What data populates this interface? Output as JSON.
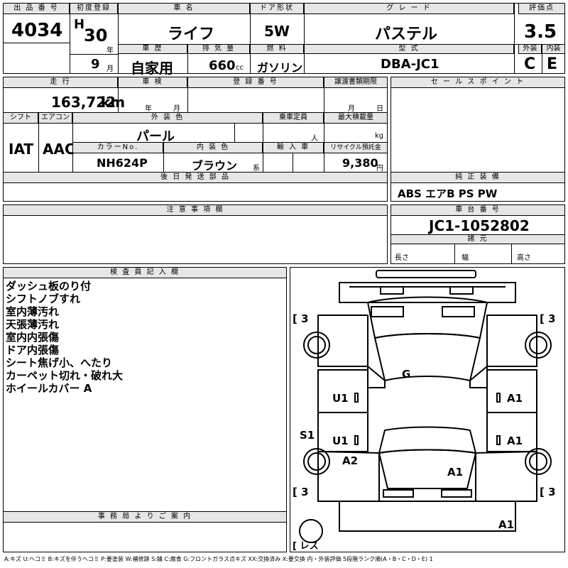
{
  "top": {
    "lot_label": "出 品 番 号",
    "lot": "4034",
    "first_reg_label": "初度登録",
    "era": "H",
    "year": "30",
    "year_unit": "年",
    "month": "9",
    "month_unit": "月",
    "car_name_label": "車 名",
    "car_name": "ライフ",
    "door_label": "ドア形状",
    "door": "5W",
    "grade_label": "グ レ ー ド",
    "grade": "パステル",
    "score_label": "評価点",
    "score": "3.5",
    "history_label": "車 歴",
    "history": "自家用",
    "displacement_label": "排 気 量",
    "displacement": "660",
    "displacement_unit": "cc",
    "fuel_label": "燃 料",
    "fuel": "ガソリン",
    "model_label": "型 式",
    "model": "DBA-JC1",
    "exterior_label": "外装",
    "exterior": "C",
    "interior_label": "内装",
    "interior": "E"
  },
  "mid": {
    "mileage_label": "走 行",
    "mileage": "163,722",
    "mileage_unit": "km",
    "inspection_label": "車 検",
    "inspection_year_unit": "年",
    "inspection_month_unit": "月",
    "reg_no_label": "登 録 番 号",
    "transfer_label": "譲渡書類期限",
    "transfer_month_unit": "月",
    "transfer_day_unit": "日",
    "shift_label": "シフト",
    "shift": "IAT",
    "ac_label": "エアコン",
    "ac": "AAC",
    "ext_color_label": "外 装 色",
    "ext_color": "パール",
    "capacity_label": "乗車定員",
    "capacity_unit": "人",
    "load_label": "最大積載量",
    "load_unit": "kg",
    "color_no_label": "カラーNo.",
    "color_no": "NH624P",
    "int_color_label": "内 装 色",
    "int_color": "ブラウン",
    "int_color_suffix": "系",
    "import_label": "輸 入 車",
    "recycle_label": "リサイクル預託金",
    "recycle": "9,380",
    "recycle_unit": "円",
    "later_parts_label": "後 日 発 送 部 品",
    "sales_point_label": "セ ー ル ス ポ イ ン ト",
    "equipment_label": "純 正 装 備",
    "equipment": "ABS エアB PS PW",
    "caution_label": "注 意 事 項 欄",
    "chassis_label": "車 台 番 号",
    "chassis": "JC1-1052802",
    "specs_label": "諸 元",
    "length_label": "長さ",
    "width_label": "幅",
    "height_label": "高さ"
  },
  "inspector": {
    "label": "検 査 員 記 入 欄",
    "notes": [
      "ダッシュ板のり付",
      "シフトノブすれ",
      "室内薄汚れ",
      "天張薄汚れ",
      "室内内張傷",
      "ドア内張傷",
      "シート焦げ小、へたり",
      "カーペット切れ・破れ大",
      "ホイールカバー A"
    ],
    "office_label": "事 務 局 よ り ご 案 内"
  },
  "diagram": {
    "tire_fl": "3",
    "tire_fr": "3",
    "tire_rl": "3",
    "tire_rr": "3",
    "spare": "レス",
    "marks": {
      "roof": "G",
      "left_front_door": "U1",
      "right_front_door": "A1",
      "left_rear_door": "U1",
      "right_rear_door": "A1",
      "left_sill": "S1",
      "left_quarter": "A2",
      "rear_gate": "A1",
      "rear_bumper": "A1"
    }
  },
  "legend": "A:キズ U:ヘコミ B:キズを伴うヘコミ P:要塗装 W:補修跡 S:錆 C:腐食 G:フロントガラス点キズ XX:交換済み X:要交換 内・外装評価 5段階ランク順(A・B・C・D・E) 1"
}
